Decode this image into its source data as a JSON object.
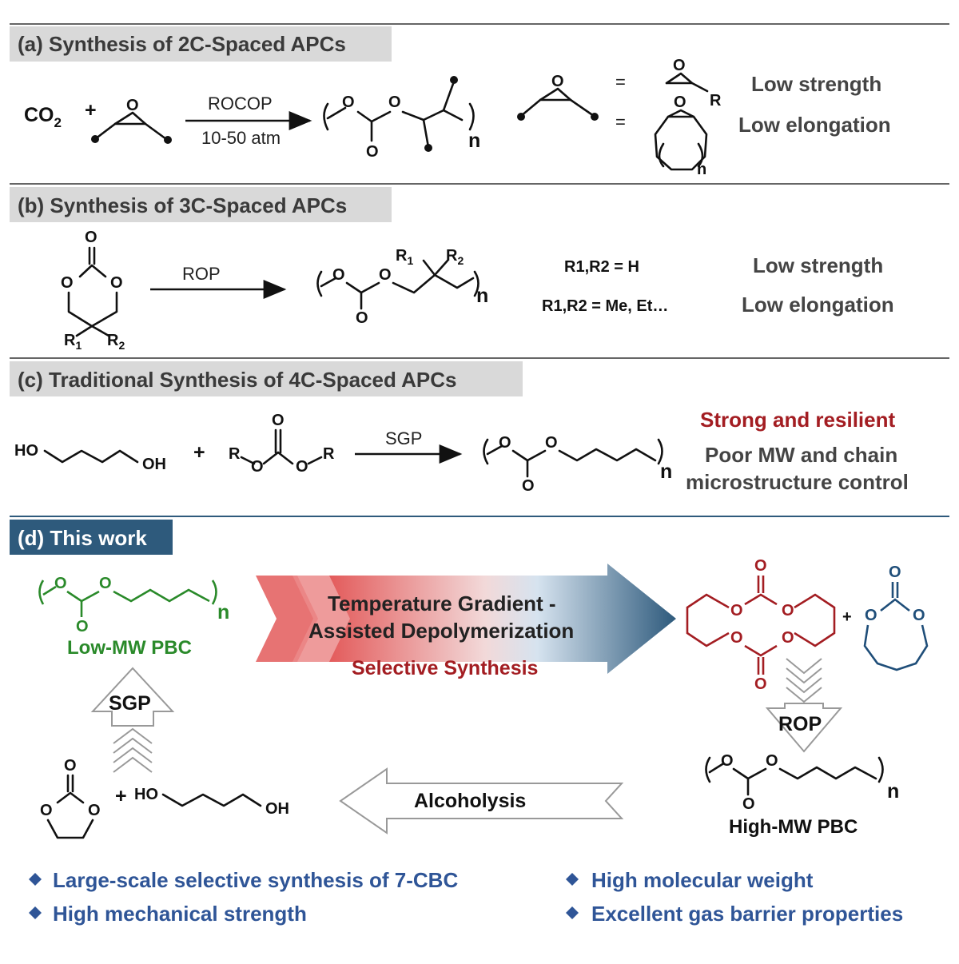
{
  "sections": {
    "a": {
      "title": "(a) Synthesis of 2C-Spaced APCs",
      "reactant": "CO",
      "reactant_sub": "2",
      "plus": "+",
      "arrow_top": "ROCOP",
      "arrow_bottom": "10-50 atm",
      "n": "n",
      "eq": "=",
      "r": "R",
      "prop1": "Low strength",
      "prop2": "Low elongation"
    },
    "b": {
      "title": "(b) Synthesis of 3C-Spaced APCs",
      "arrow": "ROP",
      "r1": "R",
      "r2": "R",
      "sub1": "1",
      "sub2": "2",
      "cond1": "R1,R2 = H",
      "cond2": "R1,R2 = Me, Et…",
      "prop1": "Low strength",
      "prop2": "Low elongation"
    },
    "c": {
      "title": "(c) Traditional Synthesis of 4C-Spaced APCs",
      "ho": "HO",
      "oh": "OH",
      "r": "R",
      "arrow": "SGP",
      "prop_red": "Strong and resilient",
      "prop2": "Poor MW and chain",
      "prop3": "microstructure control"
    },
    "d": {
      "title": "(d) This work",
      "low_mw": "Low-MW PBC",
      "arrow_line1": "Temperature Gradient -",
      "arrow_line2": "Assisted Depolymerization",
      "selective": "Selective Synthesis",
      "rop": "ROP",
      "high_mw": "High-MW PBC",
      "alcoholysis": "Alcoholysis",
      "sgp": "SGP",
      "ho": "HO",
      "oh": "OH"
    }
  },
  "bullets": [
    "Large-scale selective synthesis of 7-CBC",
    "High molecular weight",
    "High mechanical strength",
    "Excellent gas barrier properties"
  ],
  "colors": {
    "header_gray": "#d9d9d9",
    "header_blue": "#2e5a7c",
    "red": "#a31d22",
    "green": "#2a8a2a",
    "blue": "#2f5597",
    "dark_blue_ring": "#1f4e79"
  }
}
